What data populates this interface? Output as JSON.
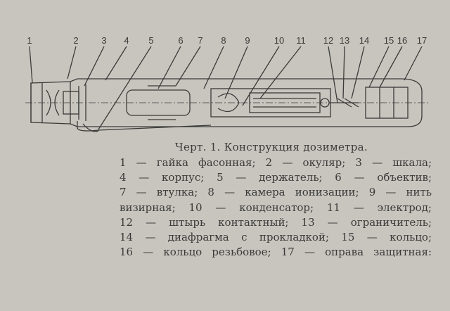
{
  "figure": {
    "part_numbers": [
      "1",
      "2",
      "3",
      "4",
      "5",
      "6",
      "7",
      "8",
      "9",
      "10",
      "11",
      "12",
      "13",
      "14",
      "15",
      "16",
      "17"
    ],
    "caption_title": "Черт. 1. Конструкция дозиметра.",
    "legend_lines": [
      "1 — гайка фасонная; 2 — окуляр; 3 — шкала;",
      "4 — корпус; 5 — держатель; 6 — объектив;",
      "7 — втулка; 8 — камера ионизации; 9 — нить",
      "визирная; 10 — конденсатор; 11 — электрод;",
      "12 — штырь контактный; 13 — ограничитель;",
      "14 — диафрагма с прокладкой; 15 — кольцо;",
      "16 — кольцо резьбовое; 17 — оправа защитная:"
    ]
  }
}
